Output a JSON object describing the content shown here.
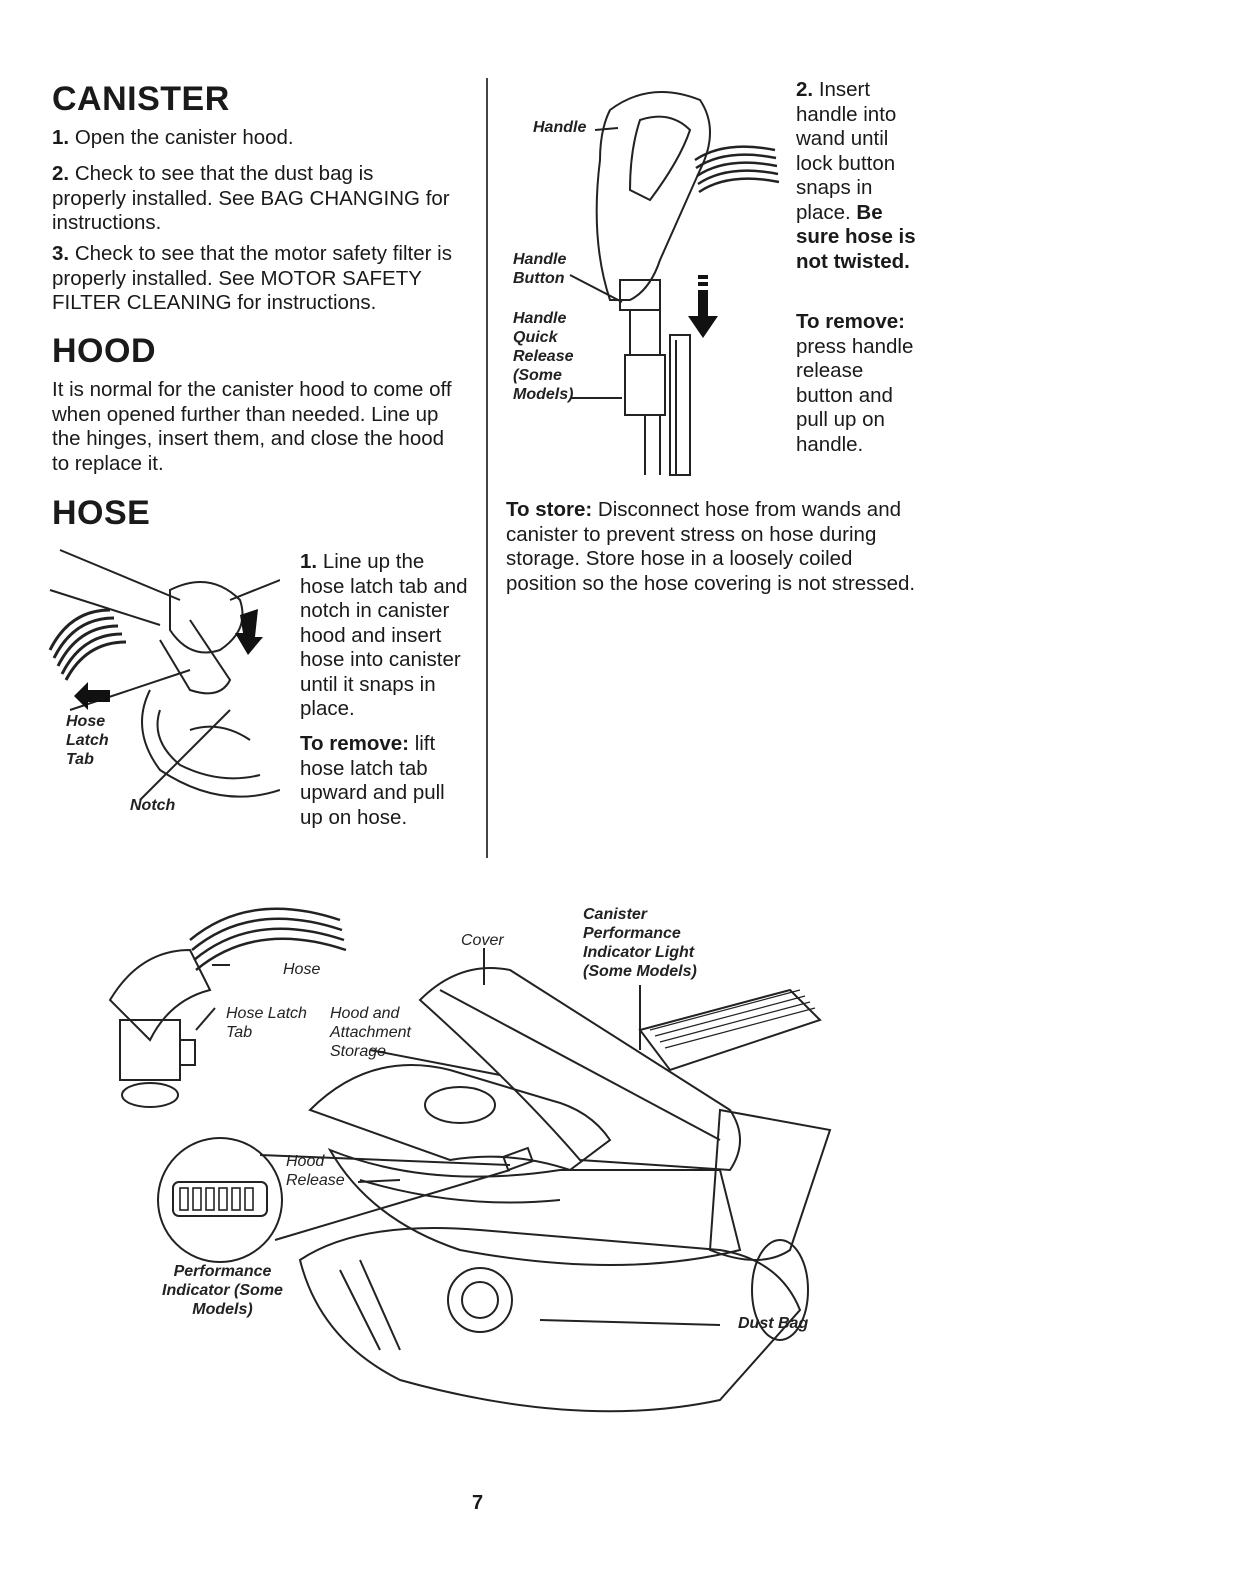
{
  "canister": {
    "title": "CANISTER",
    "step1_num": "1.",
    "step1_text": "Open the canister hood.",
    "step2_num": "2.",
    "step2_text": "Check to see that the dust bag is properly installed. See BAG CHANGING for instructions.",
    "step3_num": "3.",
    "step3_text": "Check to see that the motor safety filter is properly installed. See MOTOR SAFETY FILTER CLEANING for instructions."
  },
  "hood": {
    "title": "HOOD",
    "text": "It is normal for the canister hood to come off when opened further than needed. Line up the hinges, insert them, and close the hood to replace it."
  },
  "hose": {
    "title": "HOSE",
    "step1_num": "1.",
    "step1_text": "Line up the hose latch tab and notch in canister hood and insert hose into canister until it snaps in place.",
    "remove_label": "To remove:",
    "remove_text": "lift hose latch tab upward and pull up on hose.",
    "figure_labels": {
      "latch_tab": "Hose Latch Tab",
      "notch": "Notch"
    }
  },
  "handle": {
    "step2_num": "2.",
    "step2_text": "Insert handle into wand until lock button snaps in place.",
    "step2_bold": "Be sure hose is not twisted.",
    "remove_label": "To remove:",
    "remove_text": "press handle release button and pull up on handle.",
    "figure_labels": {
      "handle": "Handle",
      "handle_button": "Handle Button",
      "quick_release": "Handle Quick Release (Some Models)"
    }
  },
  "store": {
    "label": "To store:",
    "text": "Disconnect hose from wands and canister to prevent stress on hose during storage. Store hose in a loosely coiled position so the hose covering is not stressed."
  },
  "diagram": {
    "labels": {
      "hose": "Hose",
      "hose_latch_tab": "Hose Latch Tab",
      "hood_storage": "Hood and Attachment Storage",
      "cover": "Cover",
      "canister_light": "Canister Performance Indicator Light (Some Models)",
      "hood_release": "Hood Release",
      "performance_indicator": "Performance Indicator (Some Models)",
      "dust_bag": "Dust Bag"
    }
  },
  "page_number": "7"
}
